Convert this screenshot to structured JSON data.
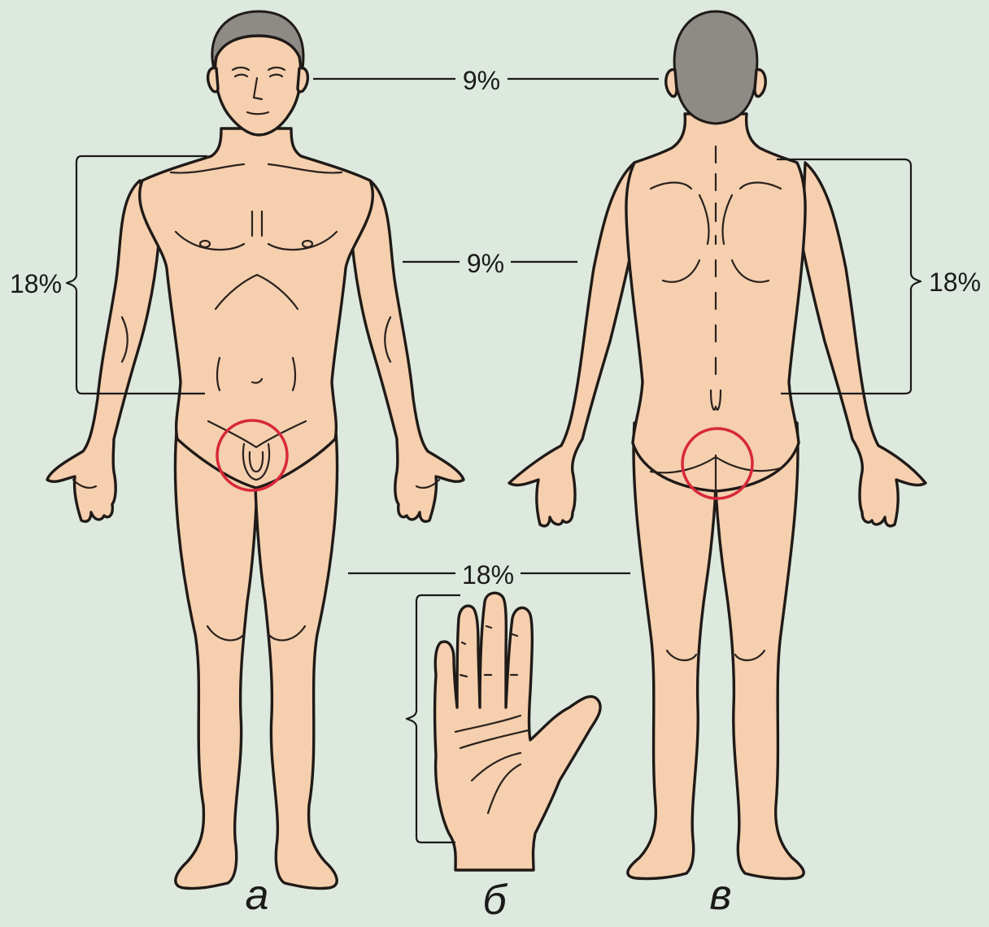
{
  "labels": {
    "head": "9%",
    "arm": "9%",
    "torso_front": "18%",
    "torso_back": "18%",
    "leg": "18%"
  },
  "figures": {
    "front": "а",
    "palm": "б",
    "back": "в"
  },
  "colors": {
    "background": "#dde8de",
    "skin": "#f5cfae",
    "outline": "#1f1a17",
    "hair": "#8e8a86",
    "marker": "#d8283a"
  }
}
